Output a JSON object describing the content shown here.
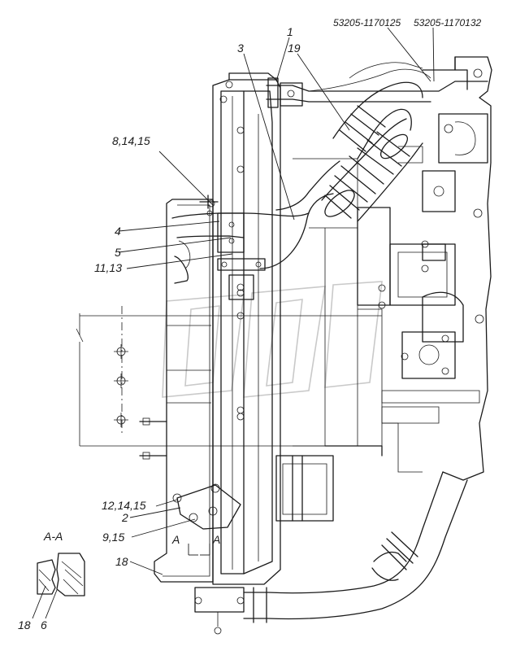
{
  "part_numbers": {
    "left": "53205-1170125",
    "right": "53205-1170132"
  },
  "callouts": {
    "c1": "1",
    "c3": "3",
    "c19": "19",
    "c8_14_15": "8,14,15",
    "c4": "4",
    "c5": "5",
    "c11_13": "11,13",
    "c12_14_15": "12,14,15",
    "c2": "2",
    "c9_15": "9,15",
    "c18": "18",
    "section_a_left": "A",
    "section_a_right": "A"
  },
  "section_view": {
    "title": "A-A",
    "label_18": "18",
    "label_6": "6"
  }
}
